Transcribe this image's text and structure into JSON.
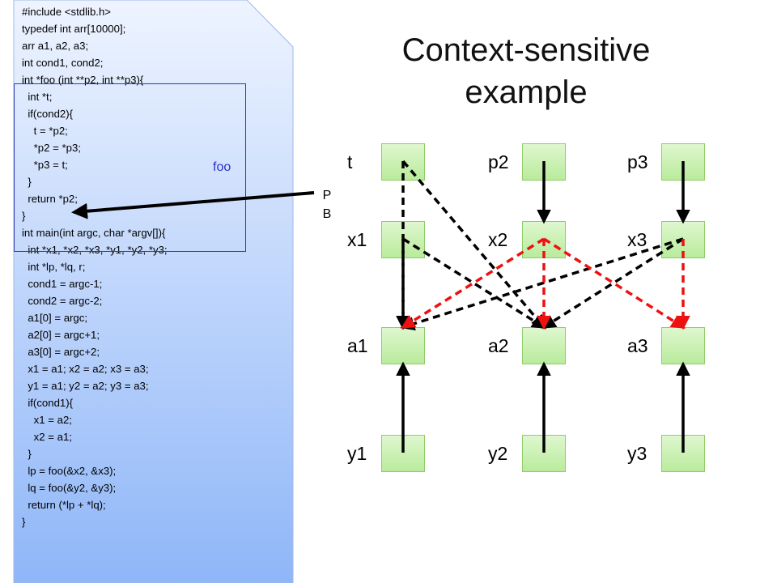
{
  "title": "Context-sensitive example",
  "code": {
    "lines": [
      "#include <stdlib.h>",
      "typedef int arr[10000];",
      "arr a1, a2, a3;",
      "int cond1, cond2;",
      "int *foo (int **p2, int **p3){",
      "  int *t;",
      "  if(cond2){",
      "    t = *p2;",
      "    *p2 = *p3;",
      "    *p3 = t;",
      "  }",
      "  return *p2;",
      "}",
      "int main(int argc, char *argv[]){",
      "  int *x1, *x2, *x3, *y1, *y2, *y3;",
      "  int *lp, *lq, r;",
      "  cond1 = argc-1;",
      "  cond2 = argc-2;",
      "  a1[0] = argc;",
      "  a2[0] = argc+1;",
      "  a3[0] = argc+2;",
      "  x1 = a1; x2 = a2; x3 = a3;",
      "  y1 = a1; y2 = a2; y3 = a3;",
      "  if(cond1){",
      "    x1 = a2;",
      "    x2 = a1;",
      "  }",
      "  lp = foo(&x2, &x3);",
      "  lq = foo(&y2, &y3);",
      "  return (*lp + *lq);",
      "}"
    ],
    "function_label": "foo",
    "pb_label": "P\nB"
  },
  "graph": {
    "nodes": [
      {
        "id": "t",
        "label": "t",
        "row": 0,
        "col": 0
      },
      {
        "id": "p2",
        "label": "p2",
        "row": 0,
        "col": 1
      },
      {
        "id": "p3",
        "label": "p3",
        "row": 0,
        "col": 2
      },
      {
        "id": "x1",
        "label": "x1",
        "row": 1,
        "col": 0
      },
      {
        "id": "x2",
        "label": "x2",
        "row": 1,
        "col": 1
      },
      {
        "id": "x3",
        "label": "x3",
        "row": 1,
        "col": 2
      },
      {
        "id": "a1",
        "label": "a1",
        "row": 2,
        "col": 0
      },
      {
        "id": "a2",
        "label": "a2",
        "row": 2,
        "col": 1
      },
      {
        "id": "a3",
        "label": "a3",
        "row": 2,
        "col": 2
      },
      {
        "id": "y1",
        "label": "y1",
        "row": 3,
        "col": 0
      },
      {
        "id": "y2",
        "label": "y2",
        "row": 3,
        "col": 1
      },
      {
        "id": "y3",
        "label": "y3",
        "row": 3,
        "col": 2
      }
    ],
    "edges": [
      {
        "from": "p2",
        "to": "x2",
        "style": "solid",
        "color": "#000000"
      },
      {
        "from": "p3",
        "to": "x3",
        "style": "solid",
        "color": "#000000"
      },
      {
        "from": "y1",
        "to": "a1",
        "style": "solid",
        "color": "#000000"
      },
      {
        "from": "y2",
        "to": "a2",
        "style": "solid",
        "color": "#000000"
      },
      {
        "from": "y3",
        "to": "a3",
        "style": "solid",
        "color": "#000000"
      },
      {
        "from": "t",
        "to": "a1",
        "style": "dashed",
        "color": "#000000"
      },
      {
        "from": "t",
        "to": "a2",
        "style": "dashed",
        "color": "#000000"
      },
      {
        "from": "x1",
        "to": "a1",
        "style": "dashed",
        "color": "#000000"
      },
      {
        "from": "x1",
        "to": "a2",
        "style": "dashed",
        "color": "#000000"
      },
      {
        "from": "x3",
        "to": "a1",
        "style": "dashed",
        "color": "#000000"
      },
      {
        "from": "x3",
        "to": "a2",
        "style": "dashed",
        "color": "#000000"
      },
      {
        "from": "x2",
        "to": "a1",
        "style": "dashed",
        "color": "#ee1111"
      },
      {
        "from": "x2",
        "to": "a2",
        "style": "dashed",
        "color": "#ee1111"
      },
      {
        "from": "x2",
        "to": "a3",
        "style": "dashed",
        "color": "#ee1111"
      },
      {
        "from": "x3",
        "to": "a3",
        "style": "dashed",
        "color": "#ee1111"
      }
    ]
  },
  "colors": {
    "code_panel_top": "#eef4ff",
    "code_panel_bottom": "#8fb6f8",
    "node_fill": "#c9f0b0",
    "node_border": "#8fcc67",
    "foo_box_border": "#2d3bb4",
    "foo_label": "#2a31c9",
    "title_text": "#111111"
  }
}
